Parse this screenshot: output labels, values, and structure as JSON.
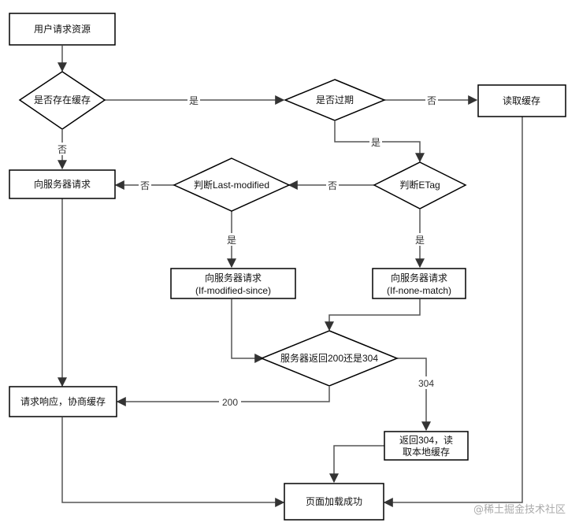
{
  "nodes": {
    "user_request": "用户请求资源",
    "is_cached": "是否存在缓存",
    "is_expired": "是否过期",
    "read_cache": "读取缓存",
    "request_server": "向服务器请求",
    "check_last_modified": "判断Last-modified",
    "check_etag": "判断ETag",
    "request_if_modified_since": [
      "向服务器请求",
      "(If-modified-since)"
    ],
    "request_if_none_match": [
      "向服务器请求",
      "(If-none-match)"
    ],
    "server_return": "服务器返回200还是304",
    "response_negotiate": "请求响应，协商缓存",
    "return_304": [
      "返回304，读",
      "取本地缓存"
    ],
    "page_loaded": "页面加载成功"
  },
  "edge_labels": {
    "cached_yes": "是",
    "cached_no": "否",
    "expired_no": "否",
    "expired_yes": "是",
    "etag_no": "否",
    "etag_yes": "是",
    "lastmod_no": "否",
    "lastmod_yes": "是",
    "return_200": "200",
    "return_304": "304"
  },
  "watermark": "@稀土掘金技术社区"
}
